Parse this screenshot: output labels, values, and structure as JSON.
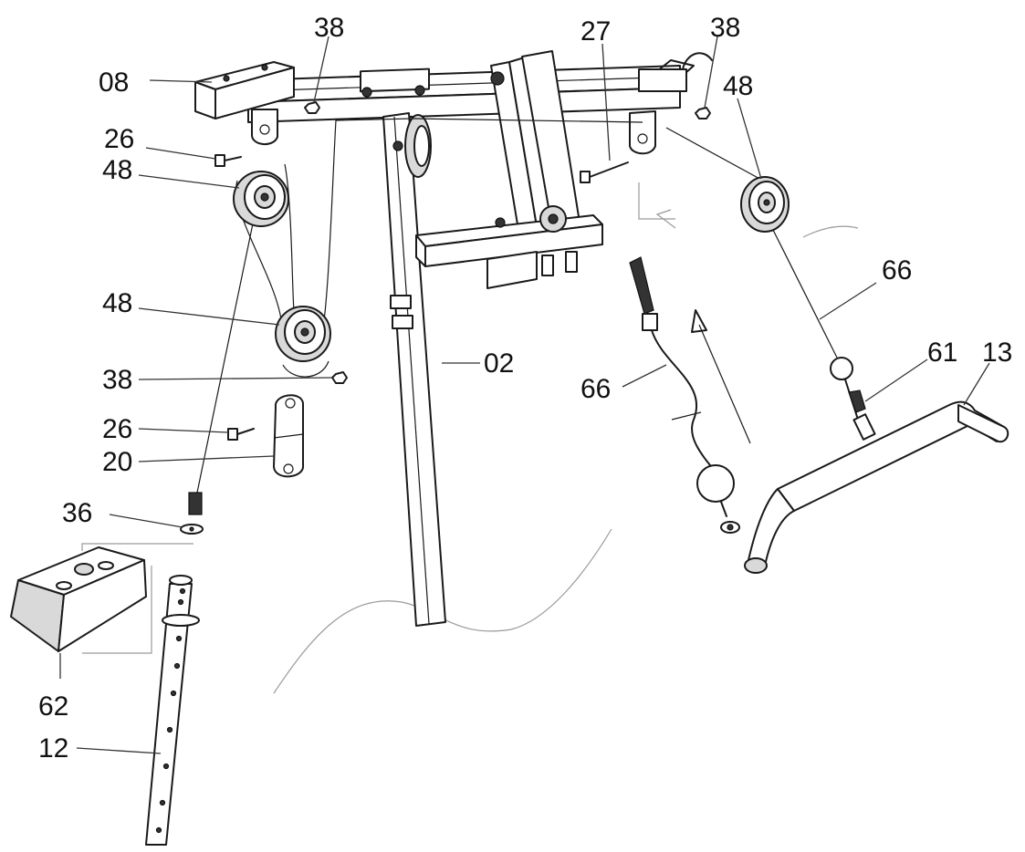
{
  "callouts": [
    {
      "id": "c-08",
      "text": "08"
    },
    {
      "id": "c-38-top",
      "text": "38"
    },
    {
      "id": "c-27",
      "text": "27"
    },
    {
      "id": "c-38-right",
      "text": "38"
    },
    {
      "id": "c-48-right",
      "text": "48"
    },
    {
      "id": "c-26-top",
      "text": "26"
    },
    {
      "id": "c-48-upper",
      "text": "48"
    },
    {
      "id": "c-66-right",
      "text": "66"
    },
    {
      "id": "c-48-lower",
      "text": "48"
    },
    {
      "id": "c-61",
      "text": "61"
    },
    {
      "id": "c-13",
      "text": "13"
    },
    {
      "id": "c-02",
      "text": "02"
    },
    {
      "id": "c-38-mid",
      "text": "38"
    },
    {
      "id": "c-66-mid",
      "text": "66"
    },
    {
      "id": "c-26-bottom",
      "text": "26"
    },
    {
      "id": "c-20",
      "text": "20"
    },
    {
      "id": "c-36",
      "text": "36"
    },
    {
      "id": "c-62",
      "text": "62"
    },
    {
      "id": "c-12",
      "text": "12"
    }
  ]
}
